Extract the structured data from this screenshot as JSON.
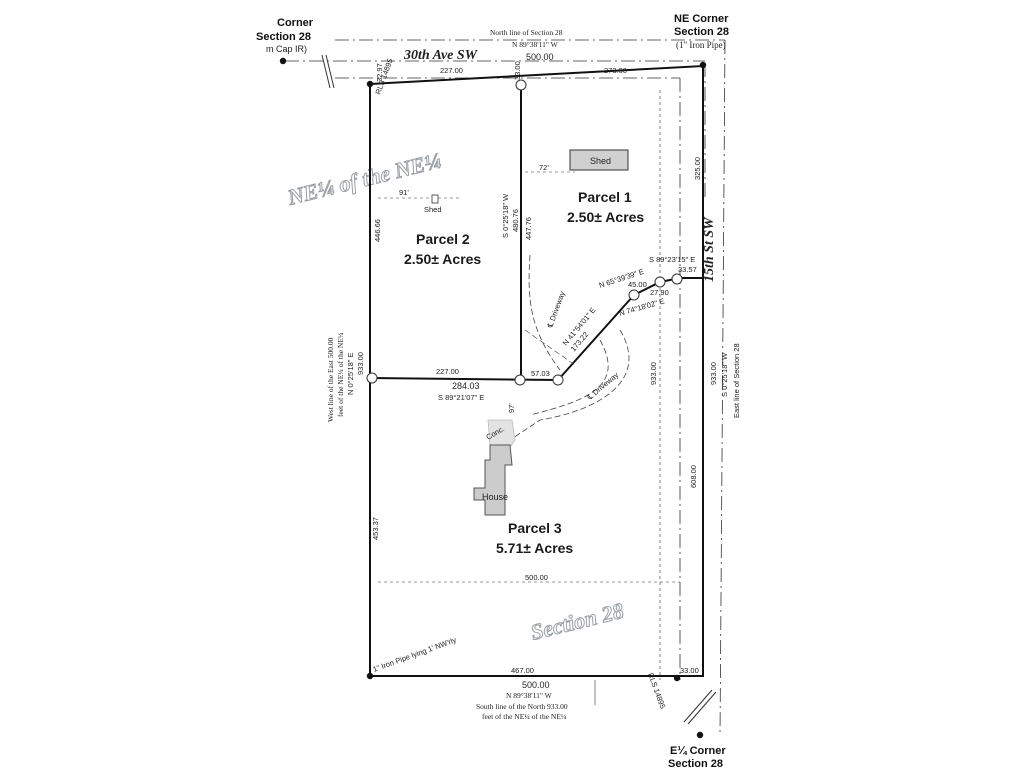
{
  "corners": {
    "nw_line1": "Corner",
    "nw_line2": "Section 28",
    "nw_line3": "m Cap IR)",
    "ne_line1": "NE Corner",
    "ne_line2": "Section 28",
    "ne_line3": "(1\" Iron Pipe)",
    "e_quarter_line1": "E¼ Corner",
    "e_quarter_line2": "Section 28"
  },
  "roads": {
    "north": "30th Ave SW",
    "east": "15th St SW"
  },
  "lines": {
    "north_section_line": "North line of Section 28",
    "north_bearing": "N 89°38'11\" W",
    "north_total": "500.00",
    "east_line_label": "East line of Section 28",
    "east_bearing": "S 0°25'18\" W",
    "east_total": "933.00",
    "west_line_label_1": "West line of the East 500.00",
    "west_line_label_2": "feet of the NE¼ of the NE¼",
    "west_bearing": "N 0°25'18\" E",
    "west_total": "933.00",
    "south_total": "500.00",
    "south_bearing": "N 89°38'11\" W",
    "south_label_1": "South line of the North 933.00",
    "south_label_2": "feet of the NE¼ of the NE¼"
  },
  "dims": {
    "n_227": "227.00",
    "n_273": "273.00",
    "nw_32": "32.97",
    "n_33": "33.00",
    "e_325": "325.00",
    "w_446": "446.66",
    "w_453": "453.37",
    "div_bearing": "S 0°25'18\" W",
    "div_len": "480.76",
    "div_447": "447.76",
    "mid_227": "227.00",
    "mid_284": "284.03",
    "mid_bearing": "S 89°21'07\" E",
    "mid_57": "57.03",
    "seg1_bearing": "N 41°54'01\" E",
    "seg1_len": "173.22",
    "seg2_bearing": "N 65°39'39\" E",
    "seg2_len": "45.00",
    "seg3_bearing": "N 74°18'02\" E",
    "seg3_len": "27.90",
    "seg4_bearing": "S 89°23'15\" E",
    "seg4_len": "33.57",
    "inner_933": "933.00",
    "e_608": "608.00",
    "hz_500": "500.00",
    "s_467": "467.00",
    "s_33": "33.00",
    "d_72": "72'",
    "d_91": "91'",
    "d_97": "97'"
  },
  "parcels": [
    {
      "name": "Parcel 1",
      "area": "2.50± Acres"
    },
    {
      "name": "Parcel 2",
      "area": "2.50± Acres"
    },
    {
      "name": "Parcel 3",
      "area": "5.71± Acres"
    }
  ],
  "structures": {
    "shed1": "Shed",
    "shed2": "Shed",
    "house": "House",
    "conc": "Conc."
  },
  "annotations": {
    "driveway1": "℄ Driveway",
    "driveway2": "℄ Driveway",
    "rls_top": "RLS 14895",
    "rls_bottom": "RLS 14895",
    "iron_pipe": "1\" Iron Pipe lying 1' NW'rly",
    "watermark1": "NE¼ of the NE¼",
    "watermark2": "Section 28"
  }
}
